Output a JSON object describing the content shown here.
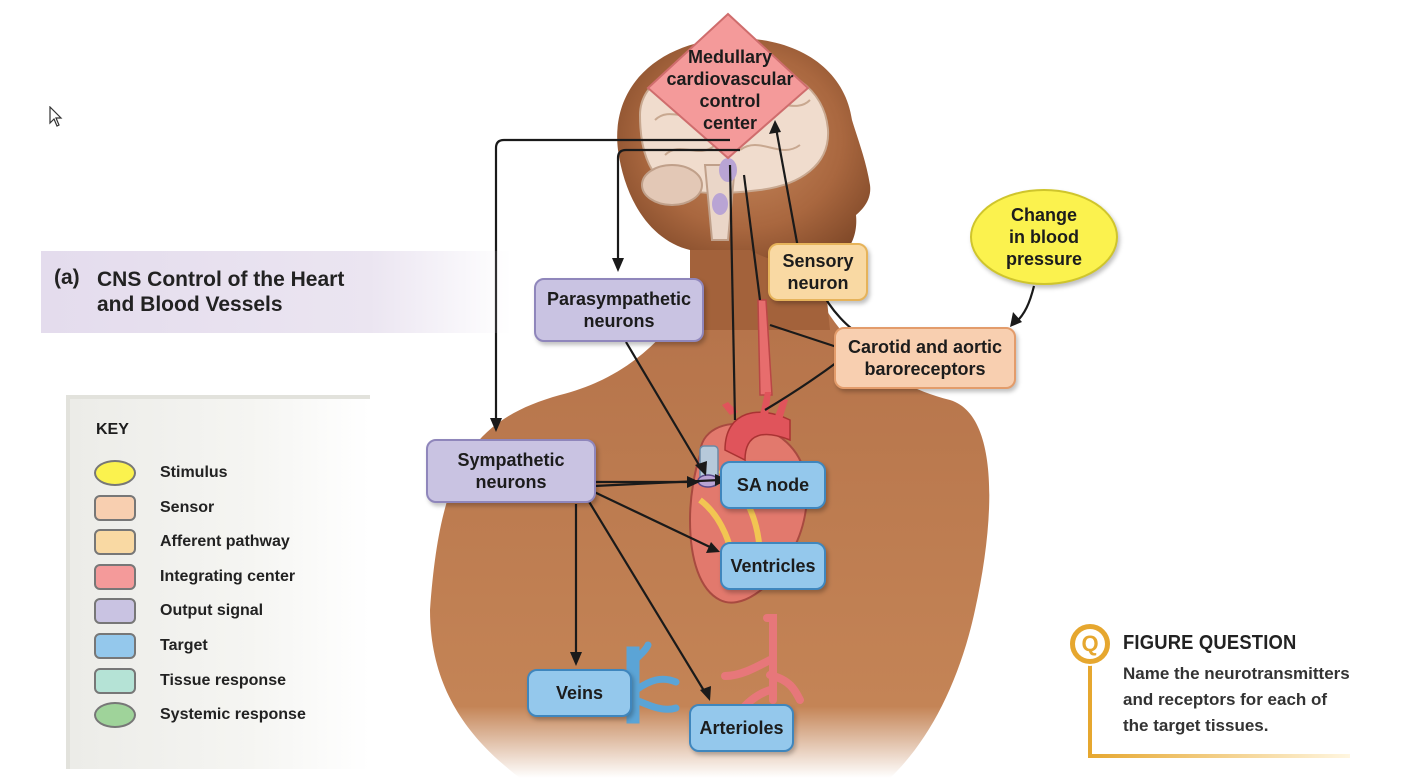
{
  "figure": {
    "letter": "(a)",
    "title": "CNS Control of the Heart\nand Blood Vessels"
  },
  "key": {
    "title": "KEY",
    "items": [
      {
        "label": "Stimulus",
        "color": "#fbf24e",
        "shape": "oval"
      },
      {
        "label": "Sensor",
        "color": "#f8cfb0",
        "shape": "rect"
      },
      {
        "label": "Afferent pathway",
        "color": "#f9d9a3",
        "shape": "rect"
      },
      {
        "label": "Integrating center",
        "color": "#f49a9a",
        "shape": "rect"
      },
      {
        "label": "Output signal",
        "color": "#c9c3e2",
        "shape": "rect"
      },
      {
        "label": "Target",
        "color": "#94c8ec",
        "shape": "rect"
      },
      {
        "label": "Tissue response",
        "color": "#b5e3d6",
        "shape": "rect"
      },
      {
        "label": "Systemic response",
        "color": "#9fd39a",
        "shape": "oval"
      }
    ]
  },
  "nodes": {
    "integrating_center": "Medullary\ncardiovascular\ncontrol\ncenter",
    "stimulus": "Change\nin blood\npressure",
    "afferent": "Sensory\nneuron",
    "sensor": "Carotid and aortic\nbaroreceptors",
    "parasympathetic": "Parasympathetic\nneurons",
    "sympathetic": "Sympathetic\nneurons",
    "sa_node": "SA node",
    "ventricles": "Ventricles",
    "veins": "Veins",
    "arterioles": "Arterioles"
  },
  "figure_question": {
    "icon": "Q",
    "title": "FIGURE QUESTION",
    "body": "Name the neurotransmitters\nand receptors for each of\nthe target tissues."
  },
  "icons": {
    "cursor": "mouse-pointer-icon",
    "question": "question-q-icon"
  },
  "colors": {
    "integrating": "#f49a9a",
    "accent_gold": "#e6a72f"
  }
}
